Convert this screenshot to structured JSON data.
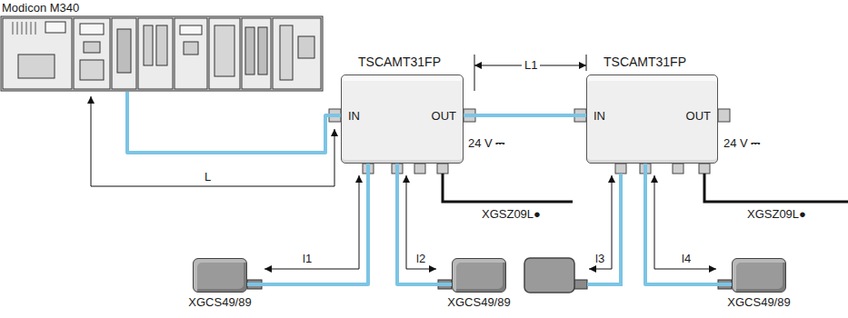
{
  "diagram": {
    "nodes": [
      {
        "text": [
          "Modicon M340"
        ]
      },
      {
        "text": [
          "TSCAMT31FP",
          "IN",
          "OUT"
        ]
      },
      {
        "text": [
          "TSCAMT31FP",
          "IN",
          "OUT"
        ]
      },
      {
        "text": [
          "XGCS49/89"
        ]
      },
      {
        "text": [
          "XGCS49/89"
        ]
      },
      {
        "text": [
          "XGCS49/89"
        ]
      }
    ],
    "edges": [
      {
        "from": 0,
        "to": 1,
        "arrow": "none"
      },
      {
        "from": 1,
        "to": 2,
        "arrow": "none"
      },
      {
        "from": 1,
        "to": 3,
        "arrow": "none"
      },
      {
        "from": 1,
        "to": 4,
        "arrow": "none"
      },
      {
        "from": 2,
        "to": 5,
        "arrow": "none"
      }
    ],
    "labels": [
      "L",
      "L1",
      "24 V ⎓",
      "XGSZ09L●",
      "24 V ⎓",
      "XGSZ09L●",
      "l1",
      "l2",
      "l3",
      "l4"
    ]
  }
}
